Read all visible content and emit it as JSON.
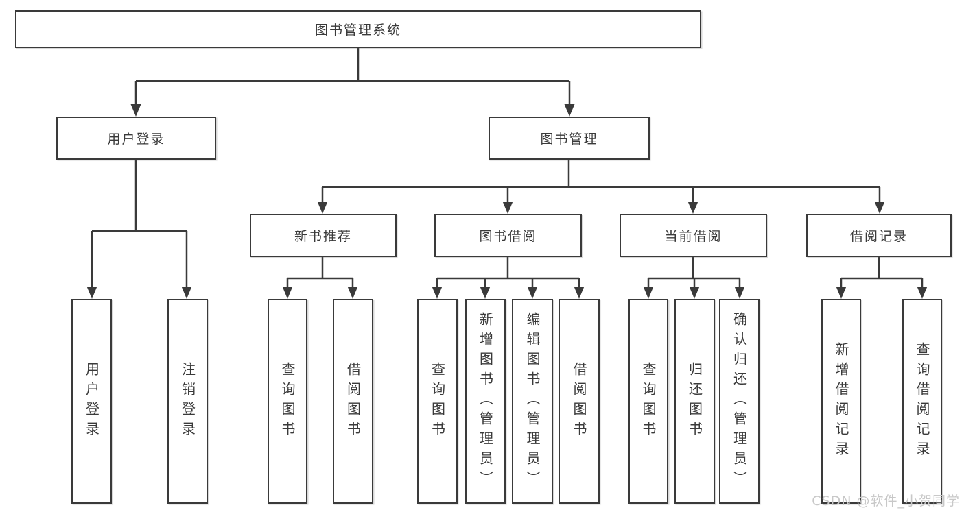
{
  "nodes": {
    "root": "图书管理系统",
    "level2": [
      "用户登录",
      "图书管理"
    ],
    "level3": [
      "新书推荐",
      "图书借阅",
      "当前借阅",
      "借阅记录"
    ],
    "user_children": [
      "用户登录",
      "注销登录"
    ],
    "newbook_children": [
      "查询图书",
      "借阅图书"
    ],
    "borrow_children": [
      "查询图书",
      "新增图书（管理员）",
      "编辑图书（管理员）",
      "借阅图书"
    ],
    "current_children": [
      "查询图书",
      "归还图书",
      "确认归还（管理员）"
    ],
    "records_children": [
      "新增借阅记录",
      "查询借阅记录"
    ]
  },
  "watermark": "CSDN @软件_小贺同学",
  "colors": {
    "line": "#3a3a3a",
    "box_border": "#3a3a3a",
    "box_fill": "#ffffff",
    "text": "#3a3a3a",
    "watermark": "#c8c8c8",
    "background": "#ffffff"
  }
}
